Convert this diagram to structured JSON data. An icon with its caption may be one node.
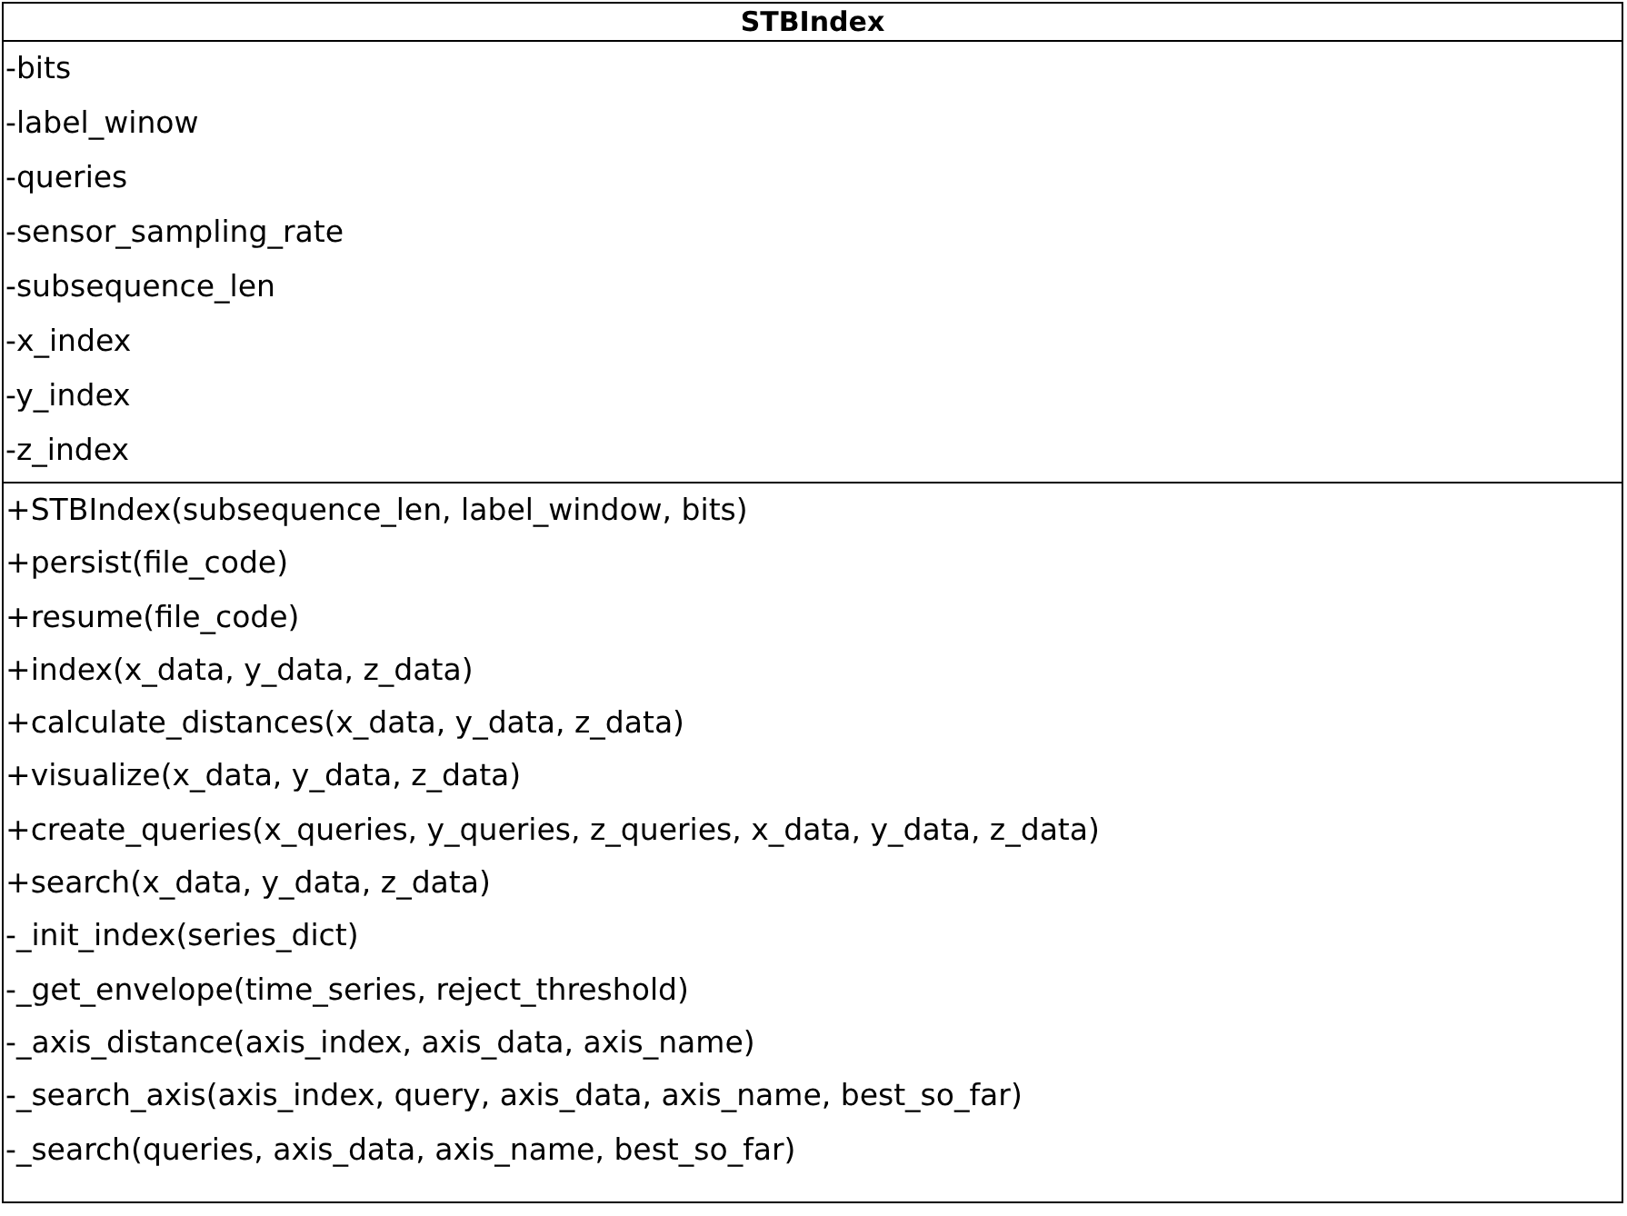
{
  "diagram": {
    "nodes": [
      {
        "text": [
          "STBIndex"
        ]
      },
      {
        "text": [
          "-bits",
          "-label_winow",
          "-queries",
          "-sensor_sampling_rate",
          "-subsequence_len",
          "-x_index",
          "-y_index",
          "-z_index"
        ],
        "in": 0
      },
      {
        "text": [
          "+STBIndex(subsequence_len, label_window, bits)",
          "+persist(file_code)",
          "+resume(file_code)",
          "+index(x_data, y_data, z_data)",
          "+calculate_distances(x_data, y_data, z_data)",
          "+visualize(x_data, y_data, z_data)",
          "+create_queries(x_queries, y_queries, z_queries, x_data, y_data, z_data)",
          "+search(x_data, y_data, z_data)",
          "-_init_index(series_dict)",
          "-_get_envelope(time_series, reject_threshold)",
          "-_axis_distance(axis_index, axis_data, axis_name)",
          "-_search_axis(axis_index, query, axis_data, axis_name, best_so_far)",
          "-_search(queries, axis_data, axis_name, best_so_far)"
        ],
        "in": 0
      }
    ]
  }
}
